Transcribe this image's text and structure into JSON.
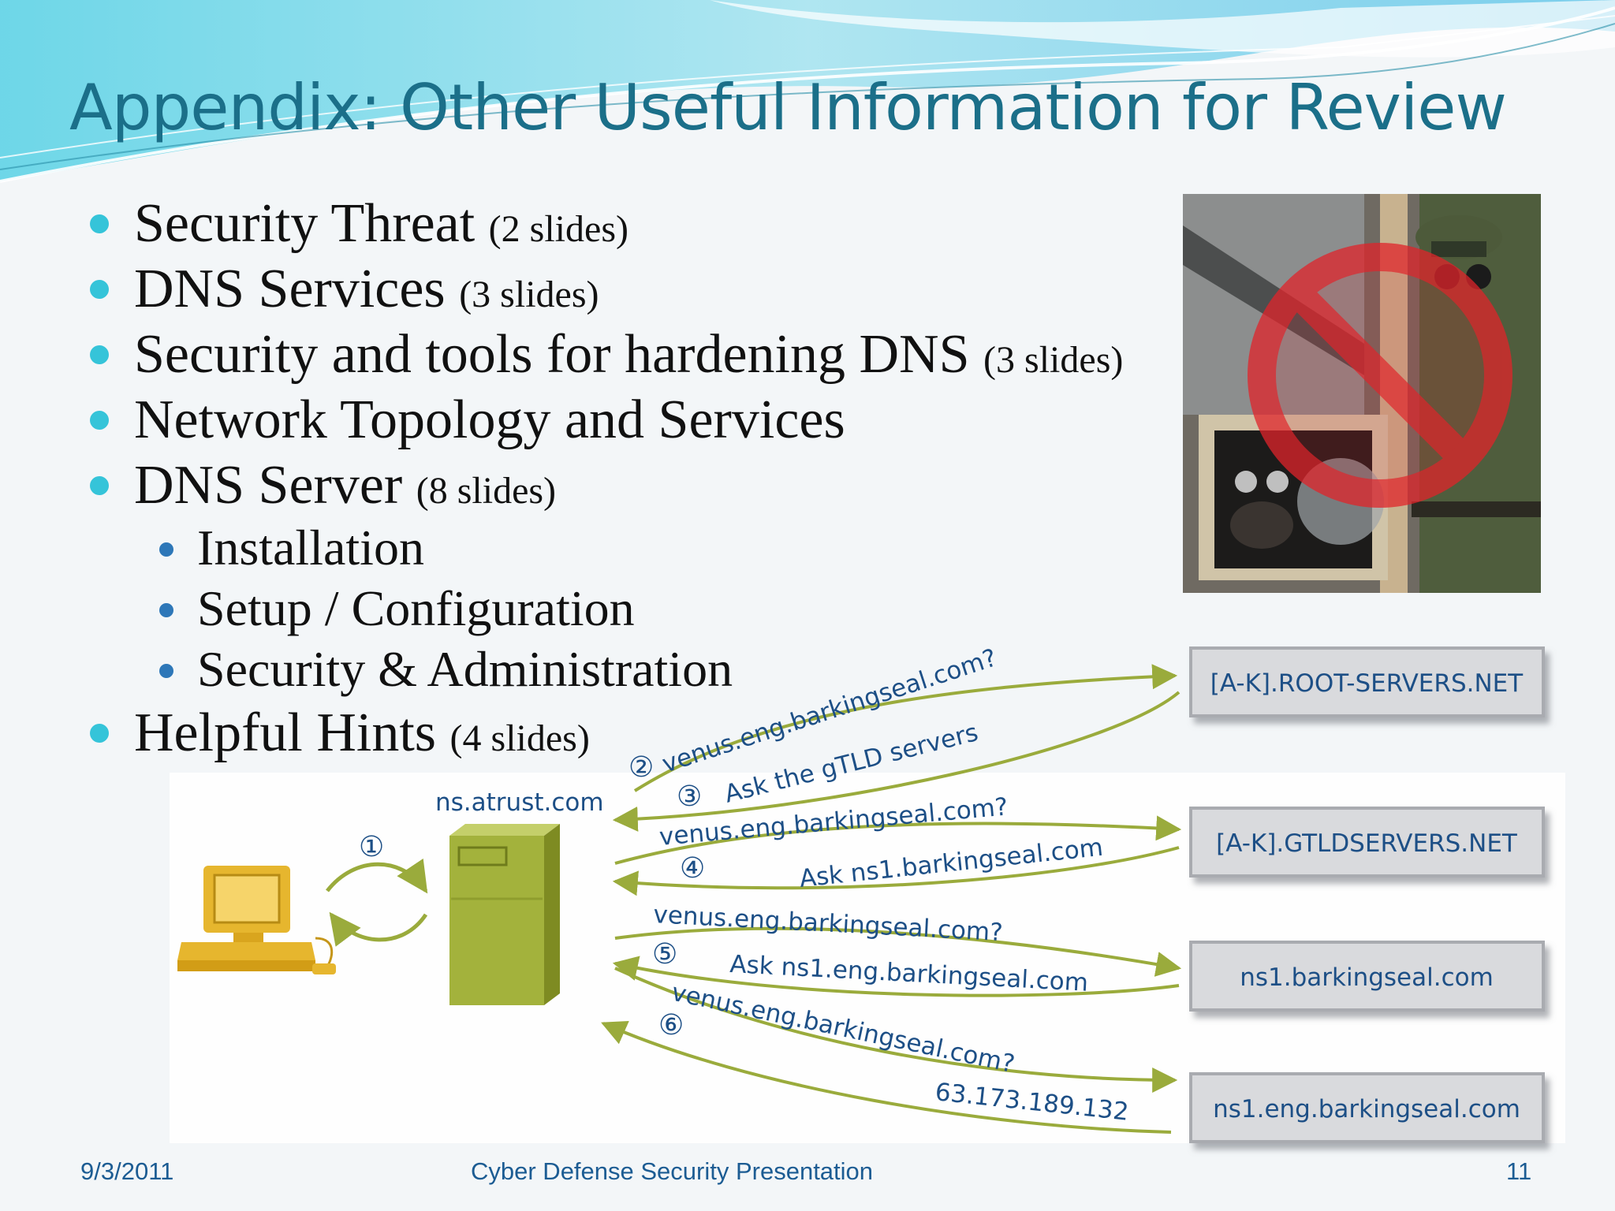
{
  "slide": {
    "title": "Appendix: Other Useful Information for Review",
    "bullets": [
      {
        "text": "Security Threat",
        "note": "(2 slides)",
        "level": 1
      },
      {
        "text": "DNS Services",
        "note": "(3 slides)",
        "level": 1
      },
      {
        "text": "Security and tools for hardening DNS",
        "note": "(3 slides)",
        "level": 1
      },
      {
        "text": "Network Topology and Services",
        "note": "",
        "level": 1
      },
      {
        "text": "DNS Server",
        "note": "(8 slides)",
        "level": 1
      },
      {
        "text": "Installation",
        "note": "",
        "level": 2
      },
      {
        "text": "Setup / Configuration",
        "note": "",
        "level": 2
      },
      {
        "text": "Security & Administration",
        "note": "",
        "level": 2
      },
      {
        "text": "Helpful Hints",
        "note": "(4 slides)",
        "level": 1
      }
    ],
    "footer": {
      "date": "9/3/2011",
      "center": "Cyber Defense Security Presentation",
      "page": "11"
    },
    "photo_icon": "no-entry-sign-icon"
  },
  "diagram": {
    "local_server": "ns.atrust.com",
    "servers": [
      "[A-K].ROOT-SERVERS.NET",
      "[A-K].GTLDSERVERS.NET",
      "ns1.barkingseal.com",
      "ns1.eng.barkingseal.com"
    ],
    "steps": [
      "①",
      "②",
      "③",
      "④",
      "⑤",
      "⑥"
    ],
    "messages": [
      "venus.eng.barkingseal.com?",
      "Ask the gTLD servers",
      "venus.eng.barkingseal.com?",
      "Ask ns1.barkingseal.com",
      "venus.eng.barkingseal.com?",
      "Ask ns1.eng.barkingseal.com",
      "venus.eng.barkingseal.com?",
      "63.173.189.132"
    ],
    "colors": {
      "arrow": "#9aab3c",
      "computer": "#e6b62e",
      "server": "#a3b23c",
      "server_box": "#d9dadd",
      "text": "#1d4f86"
    }
  }
}
